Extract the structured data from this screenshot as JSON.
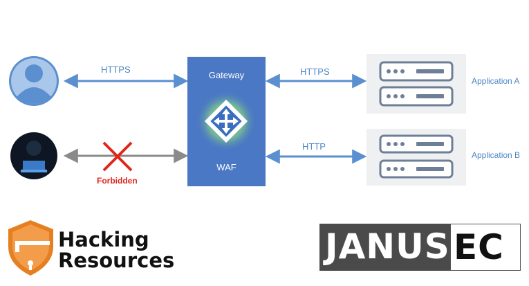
{
  "diagram": {
    "user_link_label": "HTTPS",
    "attacker_link_label": "Forbidden",
    "gateway_title": "Gateway",
    "gateway_subtitle": "WAF",
    "app_a_link_label": "HTTPS",
    "app_b_link_label": "HTTP",
    "app_a_name": "Application A",
    "app_b_name": "Application B"
  },
  "logos": {
    "hacking_line1": "Hacking",
    "hacking_line2": "Resources",
    "janus_part1": "JANUS",
    "janus_part2": "EC"
  },
  "colors": {
    "link_blue": "#5a8fd0",
    "gateway_blue": "#4a78c4",
    "forbidden_red": "#e0261b",
    "shield_orange": "#e67e22"
  }
}
